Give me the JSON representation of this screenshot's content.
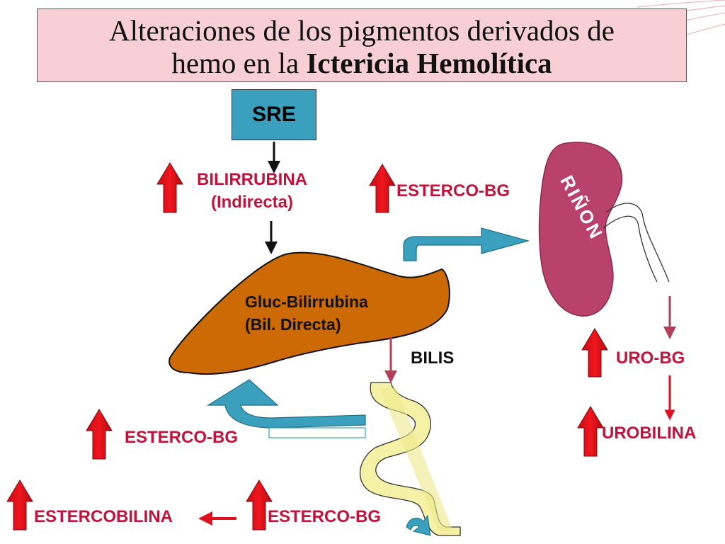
{
  "title": {
    "line1": "Alteraciones de los pigmentos derivados de",
    "line2_normal": "hemo en la ",
    "line2_bold": "Ictericia Hemolítica"
  },
  "sre": "SRE",
  "bilirrubina": {
    "line1": "BILIRRUBINA",
    "line2": "(Indirecta)"
  },
  "liver": {
    "line1": "Gluc-Bilirrubina",
    "line2": "(Bil.  Directa)"
  },
  "kidney": "RIÑON",
  "bilis": "BILIS",
  "labels": {
    "esterco_bg_top": "ESTERCO-BG",
    "esterco_bg_left": "ESTERCO-BG",
    "esterco_bg_bottom": "ESTERCO-BG",
    "estercobilina": "ESTERCOBILINA",
    "uro_bg": "URO-BG",
    "urobilina": "UROBILINA"
  },
  "colors": {
    "title_bg": "#f8cfd4",
    "sre_box": "#3aa0bd",
    "liver": "#cc6a06",
    "kidney": "#b8426a",
    "intestine": "#f5f2a8",
    "flow_arrow": "#3aa0bd",
    "increase_arrow": "#e8141e",
    "label_red": "#c0143c"
  }
}
